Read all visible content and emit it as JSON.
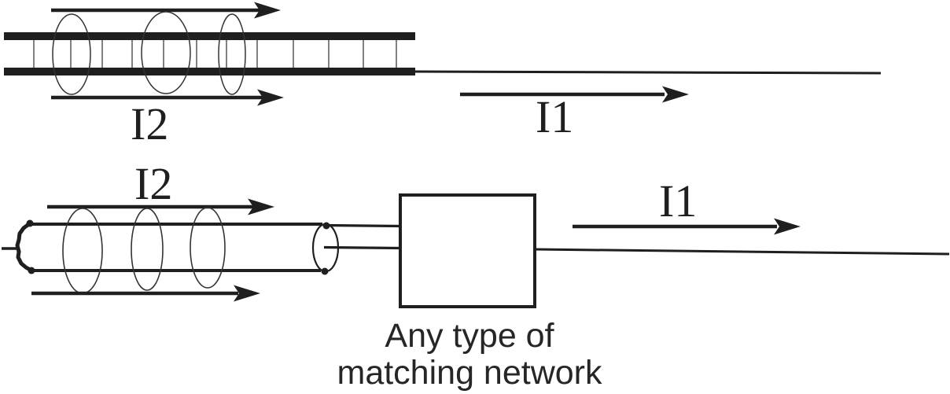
{
  "colors": {
    "ink": "#1f1f1f",
    "background": "#ffffff"
  },
  "top_figure": {
    "i2_label": "I2",
    "i1_label": "I1"
  },
  "bottom_figure": {
    "i2_label": "I2",
    "i1_label": "I1",
    "caption_line1": "Any type of",
    "caption_line2": "matching network"
  }
}
